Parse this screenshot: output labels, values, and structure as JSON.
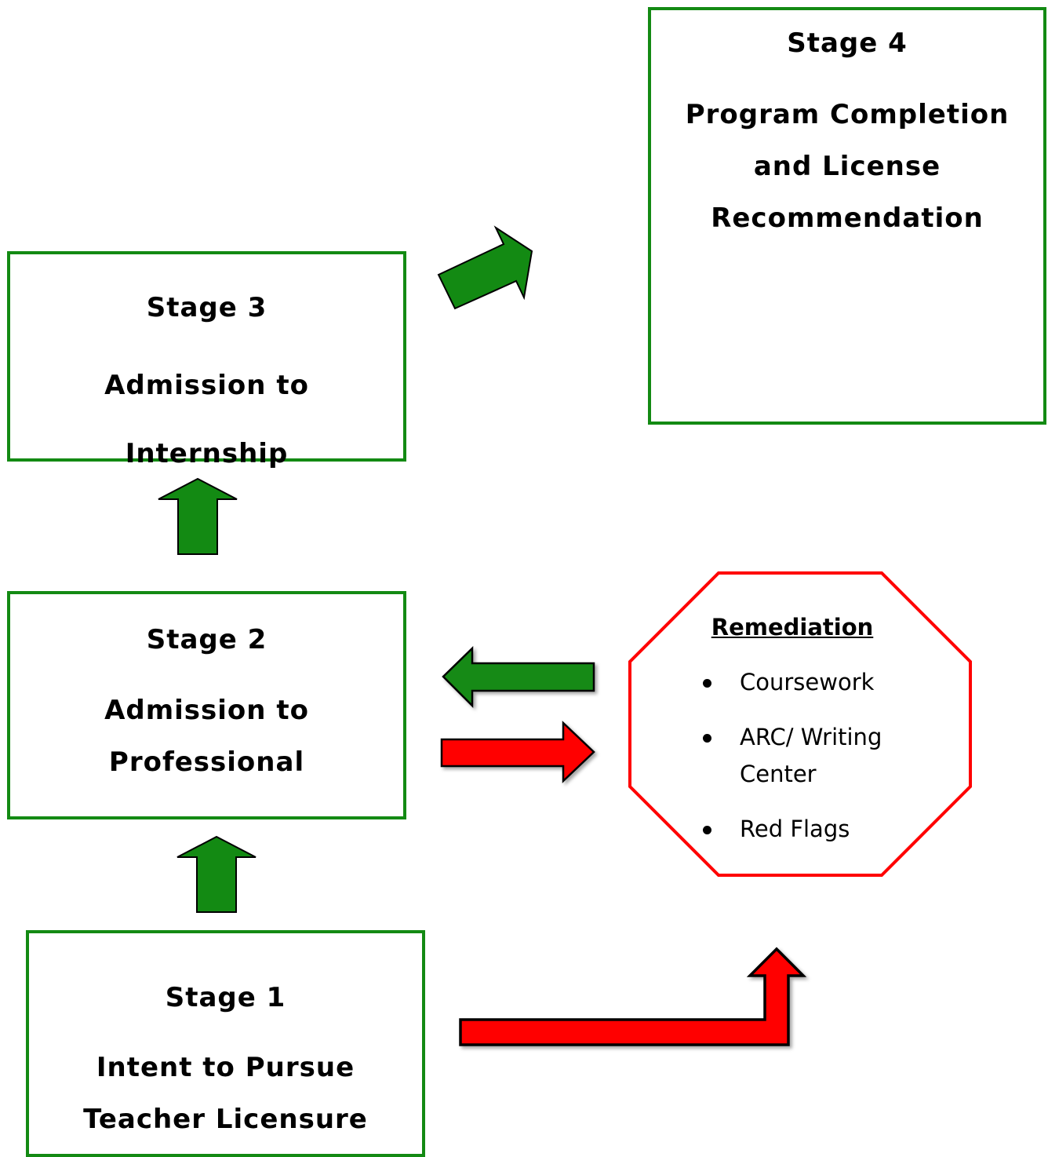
{
  "stages": [
    {
      "id": "stage4",
      "title": "Stage 4",
      "lines": [
        "Program Completion",
        "and License",
        "Recommendation"
      ]
    },
    {
      "id": "stage3",
      "title": "Stage 3",
      "lines": [
        "Admission to",
        "Internship"
      ]
    },
    {
      "id": "stage2",
      "title": "Stage 2",
      "lines": [
        "Admission to",
        "Professional"
      ]
    },
    {
      "id": "stage1",
      "title": "Stage 1",
      "lines": [
        "Intent to Pursue",
        "Teacher Licensure"
      ]
    }
  ],
  "remediation": {
    "title": "Remediation",
    "items": [
      "Coursework",
      "ARC/ Writing Center",
      "Red Flags"
    ]
  },
  "colors": {
    "success": "#138a13",
    "failure": "#ff0000",
    "outline": "#000000"
  },
  "icons": [
    "graduate-with-children-silhouette-icon"
  ]
}
